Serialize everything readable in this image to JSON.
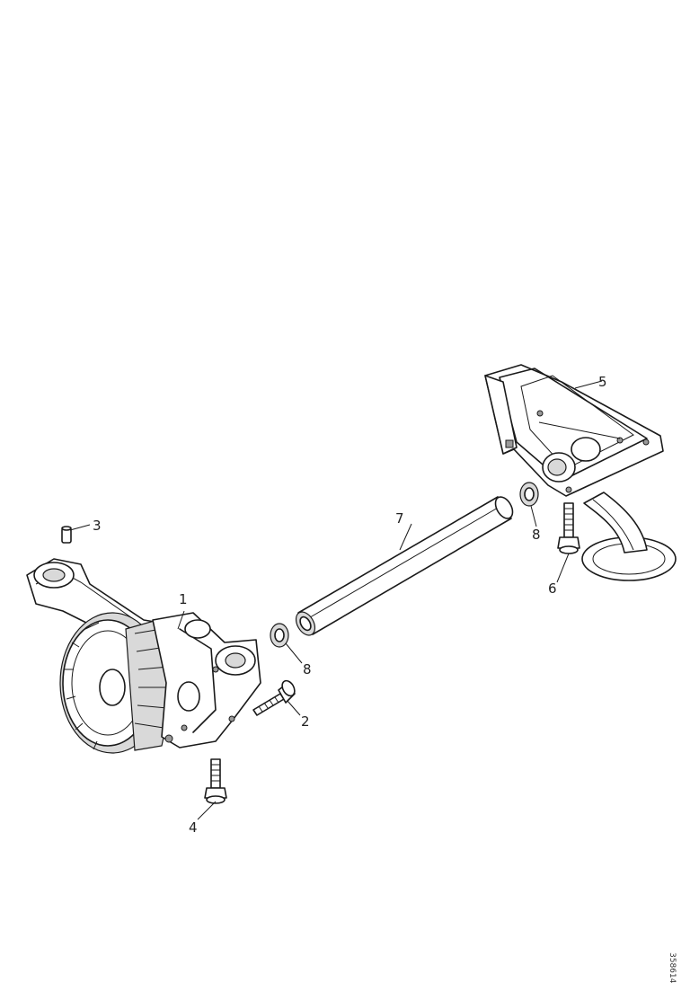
{
  "callouts": {
    "pump": "1",
    "pump_bolt": "2",
    "dowel_pin": "3",
    "mounting_bolt": "4",
    "pickup_assembly": "5",
    "pickup_bolt": "6",
    "transfer_tube": "7",
    "seal_ring_lower": "8",
    "seal_ring_upper": "8"
  },
  "drawing_code": "358614"
}
